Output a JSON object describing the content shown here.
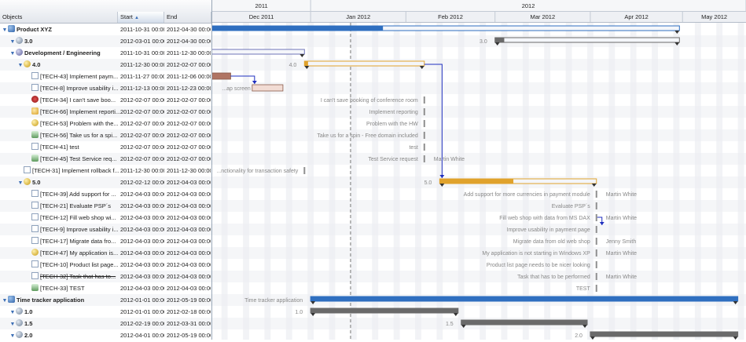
{
  "grid": {
    "columns": [
      {
        "label": "Objects",
        "sorted": false
      },
      {
        "label": "Start",
        "sorted": true,
        "sort_icon": "sort-ascending-icon"
      },
      {
        "label": "End",
        "sorted": false
      }
    ],
    "rows": [
      {
        "name": "Product XYZ",
        "start": "2011-10-31 00:00",
        "end": "2012-04-30 00:00",
        "level": 0,
        "expand": true,
        "icon": "project-icon",
        "bold": true
      },
      {
        "name": "3.0",
        "start": "2012-03-01 00:00",
        "end": "2012-04-30 00:00",
        "level": 1,
        "expand": true,
        "icon": "version-icon",
        "bold": true
      },
      {
        "name": "Development / Engineering",
        "start": "2011-10-31 00:00",
        "end": "2011-12-30 00:00",
        "level": 1,
        "expand": true,
        "icon": "department-icon",
        "bold": true
      },
      {
        "name": "4.0",
        "start": "2011-12-30 00:00",
        "end": "2012-02-07 00:00",
        "level": 2,
        "expand": true,
        "icon": "milestone-icon",
        "bold": true
      },
      {
        "name": "[TECH-43] Implement paym...",
        "start": "2011-11-27 00:00",
        "end": "2011-12-06 00:00",
        "level": 3,
        "icon": "task-icon"
      },
      {
        "name": "[TECH-8] Improve usability i...",
        "start": "2011-12-13 00:00",
        "end": "2011-12-23 00:00",
        "level": 3,
        "icon": "task-icon"
      },
      {
        "name": "[TECH-34] I can't save boo...",
        "start": "2012-02-07 00:00",
        "end": "2012-02-07 00:00",
        "level": 3,
        "icon": "bug-icon"
      },
      {
        "name": "[TECH-66] Implement reporti...",
        "start": "2012-02-07 00:00",
        "end": "2012-02-07 00:00",
        "level": 3,
        "icon": "feature-icon"
      },
      {
        "name": "[TECH-53] Problem with the...",
        "start": "2012-02-07 00:00",
        "end": "2012-02-07 00:00",
        "level": 3,
        "icon": "milestone-icon"
      },
      {
        "name": "[TECH-56] Take us for a spi...",
        "start": "2012-02-07 00:00",
        "end": "2012-02-07 00:00",
        "level": 3,
        "icon": "support-icon"
      },
      {
        "name": "[TECH-41] test",
        "start": "2012-02-07 00:00",
        "end": "2012-02-07 00:00",
        "level": 3,
        "icon": "task-icon"
      },
      {
        "name": "[TECH-45] Test Service req...",
        "start": "2012-02-07 00:00",
        "end": "2012-02-07 00:00",
        "level": 3,
        "icon": "support-icon"
      },
      {
        "name": "[TECH-31] Implement rollback f...",
        "start": "2011-12-30 00:00",
        "end": "2011-12-30 00:00",
        "level": 2,
        "icon": "task-icon"
      },
      {
        "name": "5.0",
        "start": "2012-02-12 00:00",
        "end": "2012-04-03 00:00",
        "level": 2,
        "expand": true,
        "icon": "milestone-icon",
        "bold": true
      },
      {
        "name": "[TECH-39] Add support for ...",
        "start": "2012-04-03 00:00",
        "end": "2012-04-03 00:00",
        "level": 3,
        "icon": "task-icon"
      },
      {
        "name": "[TECH-21] Evaluate PSP´s",
        "start": "2012-04-03 00:00",
        "end": "2012-04-03 00:00",
        "level": 3,
        "icon": "task-icon"
      },
      {
        "name": "[TECH-12] Fill web shop wi...",
        "start": "2012-04-03 00:00",
        "end": "2012-04-03 00:00",
        "level": 3,
        "icon": "task-icon"
      },
      {
        "name": "[TECH-9] Improve usability i...",
        "start": "2012-04-03 00:00",
        "end": "2012-04-03 00:00",
        "level": 3,
        "icon": "task-icon"
      },
      {
        "name": "[TECH-17] Migrate data fro...",
        "start": "2012-04-03 00:00",
        "end": "2012-04-03 00:00",
        "level": 3,
        "icon": "task-icon"
      },
      {
        "name": "[TECH-47] My application is...",
        "start": "2012-04-03 00:00",
        "end": "2012-04-03 00:00",
        "level": 3,
        "icon": "milestone-icon"
      },
      {
        "name": "[TECH-10] Product list page...",
        "start": "2012-04-03 00:00",
        "end": "2012-04-03 00:00",
        "level": 3,
        "icon": "task-icon"
      },
      {
        "name": "[TECH-32] Task that has to...",
        "start": "2012-04-03 00:00",
        "end": "2012-04-03 00:00",
        "level": 3,
        "icon": "task-icon",
        "strike": true
      },
      {
        "name": "[TECH-33] TEST",
        "start": "2012-04-03 00:00",
        "end": "2012-04-03 00:00",
        "level": 3,
        "icon": "support-icon"
      },
      {
        "name": "Time tracker application",
        "start": "2012-01-01 00:00",
        "end": "2012-05-19 00:00",
        "level": 0,
        "expand": true,
        "icon": "project-icon",
        "bold": true
      },
      {
        "name": "1.0",
        "start": "2012-01-01 00:00",
        "end": "2012-02-18 00:00",
        "level": 1,
        "expand": true,
        "icon": "version-icon",
        "bold": true
      },
      {
        "name": "1.5",
        "start": "2012-02-19 00:00",
        "end": "2012-03-31 00:00",
        "level": 1,
        "expand": true,
        "icon": "version-icon",
        "bold": true
      },
      {
        "name": "2.0",
        "start": "2012-04-01 00:00",
        "end": "2012-05-19 00:00",
        "level": 1,
        "expand": true,
        "icon": "version-icon",
        "bold": true
      }
    ]
  },
  "timeline": {
    "years": [
      "2011",
      "2012"
    ],
    "months": [
      "Dec 2011",
      "Jan 2012",
      "Feb 2012",
      "Mar 2012",
      "Apr 2012",
      "May 2012"
    ],
    "today_line": "2012-01-14"
  },
  "chart_data": {
    "type": "gantt",
    "bars": [
      {
        "row": 0,
        "kind": "summary",
        "color": "#2f6fc0",
        "start": "2011-10-31",
        "end": "2012-04-30",
        "progress": 0.47
      },
      {
        "row": 1,
        "kind": "summary",
        "color": "#6a6a6a",
        "start": "2012-03-01",
        "end": "2012-04-30",
        "progress": 0.05,
        "label_left": "3.0"
      },
      {
        "row": 2,
        "kind": "summary",
        "color": "#6f74b8",
        "start": "2011-10-31",
        "end": "2011-12-30",
        "progress": 0.48
      },
      {
        "row": 3,
        "kind": "summary",
        "color": "#e0a22c",
        "start": "2011-12-30",
        "end": "2012-02-07",
        "progress": 0.03,
        "label_left": "4.0"
      },
      {
        "row": 4,
        "kind": "task",
        "fill": "#b07564",
        "start": "2011-11-27",
        "end": "2011-12-06"
      },
      {
        "row": 5,
        "kind": "task",
        "fill": "#f2dcd4",
        "start": "2011-12-13",
        "end": "2011-12-23",
        "label_left": "...ap screen"
      },
      {
        "row": 6,
        "kind": "point",
        "date": "2012-02-07",
        "label_left": "I can't save booking of conference room"
      },
      {
        "row": 7,
        "kind": "point",
        "date": "2012-02-07",
        "label_left": "Implement reporting"
      },
      {
        "row": 8,
        "kind": "point",
        "date": "2012-02-07",
        "label_left": "Problem with the HW"
      },
      {
        "row": 9,
        "kind": "point",
        "date": "2012-02-07",
        "label_left": "Take us for a spin - Free domain included"
      },
      {
        "row": 10,
        "kind": "point",
        "date": "2012-02-07",
        "label_left": "test"
      },
      {
        "row": 11,
        "kind": "point",
        "date": "2012-02-07",
        "label_left": "Test Service request",
        "label_right": "Martin White"
      },
      {
        "row": 12,
        "kind": "point",
        "date": "2011-12-30",
        "label_left": "...nctionality for transaction safety"
      },
      {
        "row": 13,
        "kind": "summary",
        "color": "#e0a22c",
        "start": "2012-02-12",
        "end": "2012-04-03",
        "progress": 0.47,
        "label_left": "5.0"
      },
      {
        "row": 14,
        "kind": "point",
        "date": "2012-04-03",
        "label_left": "Add support for more currencies in payment module",
        "label_right": "Martin White"
      },
      {
        "row": 15,
        "kind": "point",
        "date": "2012-04-03",
        "label_left": "Evaluate PSP´s"
      },
      {
        "row": 16,
        "kind": "point",
        "date": "2012-04-03",
        "label_left": "Fill web shop with data from MS DAX",
        "label_right": "Martin White"
      },
      {
        "row": 17,
        "kind": "point",
        "date": "2012-04-03",
        "label_left": "Improve usability in payment page"
      },
      {
        "row": 18,
        "kind": "point",
        "date": "2012-04-03",
        "label_left": "Migrate data from old web shop",
        "label_right": "Jenny Smith"
      },
      {
        "row": 19,
        "kind": "point",
        "date": "2012-04-03",
        "label_left": "My application is not starting in Windows XP",
        "label_right": "Martin White"
      },
      {
        "row": 20,
        "kind": "point",
        "date": "2012-04-03",
        "label_left": "Product list page needs to be nicer looking"
      },
      {
        "row": 21,
        "kind": "point",
        "date": "2012-04-03",
        "label_left": "Task that has to be performed",
        "label_right": "Martin White"
      },
      {
        "row": 22,
        "kind": "point",
        "date": "2012-04-03",
        "label_left": "TEST"
      },
      {
        "row": 23,
        "kind": "summary",
        "color": "#2f6fc0",
        "start": "2012-01-01",
        "end": "2012-05-19",
        "progress": 1.0,
        "label_left": "Time tracker application"
      },
      {
        "row": 24,
        "kind": "summary",
        "color": "#6a6a6a",
        "start": "2012-01-01",
        "end": "2012-02-18",
        "progress": 1.0,
        "label_left": "1.0"
      },
      {
        "row": 25,
        "kind": "summary",
        "color": "#6a6a6a",
        "start": "2012-02-19",
        "end": "2012-03-31",
        "progress": 1.0,
        "label_left": "1.5"
      },
      {
        "row": 26,
        "kind": "summary",
        "color": "#6a6a6a",
        "start": "2012-04-01",
        "end": "2012-05-19",
        "progress": 1.0,
        "label_left": "2.0"
      }
    ],
    "dependencies": [
      {
        "from_row": 4,
        "to_row": 5
      },
      {
        "from_row": 3,
        "to_row": 13
      },
      {
        "from_row": 16,
        "to_row": 17
      }
    ]
  }
}
